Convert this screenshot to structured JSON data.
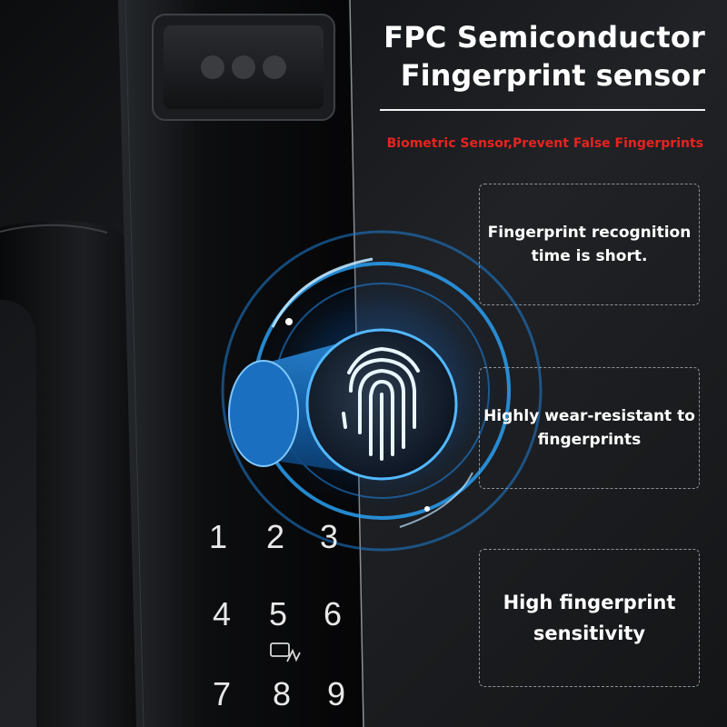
{
  "headline": {
    "line1": "FPC Semiconductor",
    "line2": "Fingerprint sensor"
  },
  "subtitle": "Biometric Sensor,Prevent False Fingerprints",
  "features": [
    "Fingerprint recognition time is short.",
    "Highly wear-resistant to fingerprints",
    "High fingerprint sensitivity"
  ],
  "keypad": [
    "1",
    "2",
    "3",
    "4",
    "5",
    "6",
    "7",
    "8",
    "9"
  ],
  "colors": {
    "background": "#1a1b1d",
    "subtitle_red": "#e8231f",
    "glow_blue": "#2aa8ff",
    "box_border": "#8b949c"
  },
  "icons": [
    "fingerprint-icon",
    "card-tap-icon"
  ]
}
